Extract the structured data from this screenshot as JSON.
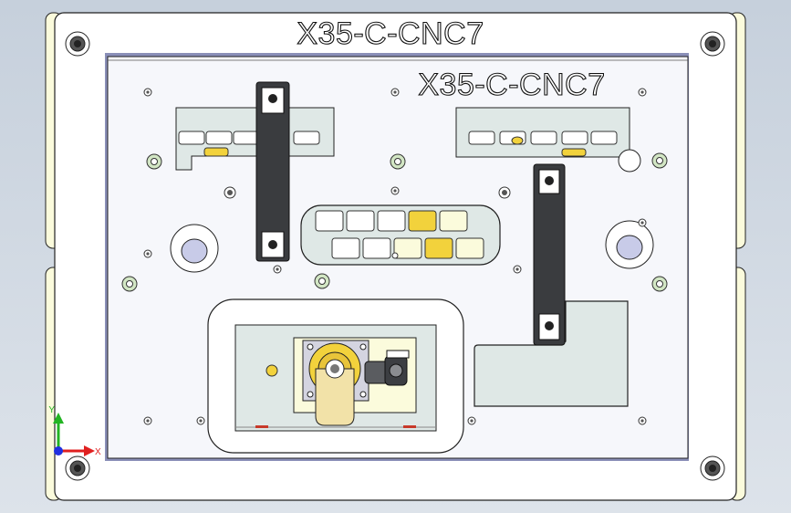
{
  "viewport": {
    "background_top": "#c6d0dc",
    "background_bottom": "#dde3ea"
  },
  "part": {
    "outer_label": "X35-C-CNC7",
    "inner_label": "X35-C-CNC7",
    "plate_color": "#ffffff",
    "inner_plate_color": "#f6f7fb",
    "edge_color": "#fbfbdc",
    "slot_color": "#dfe8e6",
    "accent_color": "#f2d23c",
    "handle_color": "#3a3c3f"
  },
  "triad": {
    "x_label": "X",
    "y_label": "Y",
    "x_color": "#e02020",
    "y_color": "#22b422",
    "z_color": "#2030e0"
  }
}
